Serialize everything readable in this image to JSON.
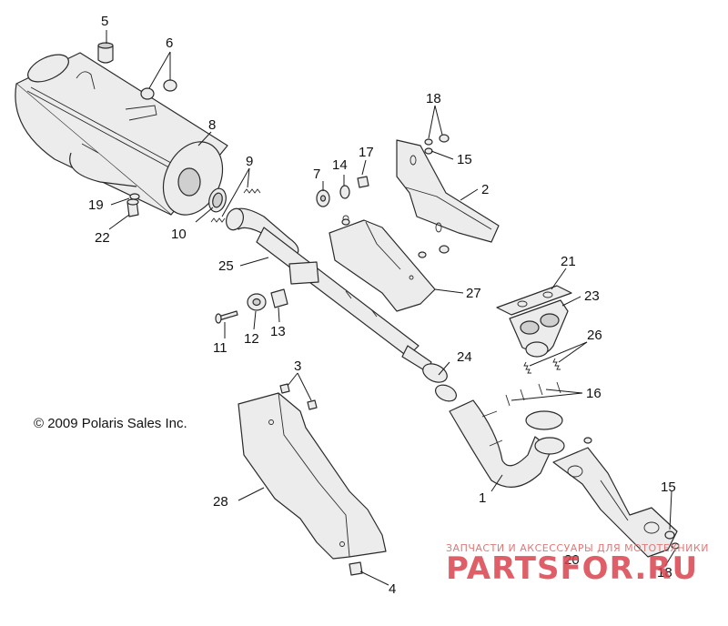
{
  "callouts": [
    {
      "id": "c5",
      "label": "5"
    },
    {
      "id": "c6",
      "label": "6"
    },
    {
      "id": "c8",
      "label": "8"
    },
    {
      "id": "c9",
      "label": "9"
    },
    {
      "id": "c10",
      "label": "10"
    },
    {
      "id": "c19",
      "label": "19"
    },
    {
      "id": "c22",
      "label": "22"
    },
    {
      "id": "c25",
      "label": "25"
    },
    {
      "id": "c7",
      "label": "7"
    },
    {
      "id": "c14",
      "label": "14"
    },
    {
      "id": "c17",
      "label": "17"
    },
    {
      "id": "c18a",
      "label": "18"
    },
    {
      "id": "c15a",
      "label": "15"
    },
    {
      "id": "c2",
      "label": "2"
    },
    {
      "id": "c27",
      "label": "27"
    },
    {
      "id": "c21",
      "label": "21"
    },
    {
      "id": "c23",
      "label": "23"
    },
    {
      "id": "c26",
      "label": "26"
    },
    {
      "id": "c16",
      "label": "16"
    },
    {
      "id": "c24",
      "label": "24"
    },
    {
      "id": "c11",
      "label": "11"
    },
    {
      "id": "c12",
      "label": "12"
    },
    {
      "id": "c13",
      "label": "13"
    },
    {
      "id": "c3",
      "label": "3"
    },
    {
      "id": "c1",
      "label": "1"
    },
    {
      "id": "c28",
      "label": "28"
    },
    {
      "id": "c4",
      "label": "4"
    },
    {
      "id": "c15b",
      "label": "15"
    },
    {
      "id": "c20",
      "label": "20"
    },
    {
      "id": "c18b",
      "label": "18"
    }
  ],
  "copyright": "© 2009 Polaris Sales Inc.",
  "watermark": {
    "tagline": "ЗАПЧАСТИ И АКСЕССУАРЫ ДЛЯ МОТОТЕХНИКИ",
    "brand": "PARTSFOR.RU"
  },
  "colors": {
    "line": "#2a2a2a",
    "watermark": "#d9434f"
  }
}
